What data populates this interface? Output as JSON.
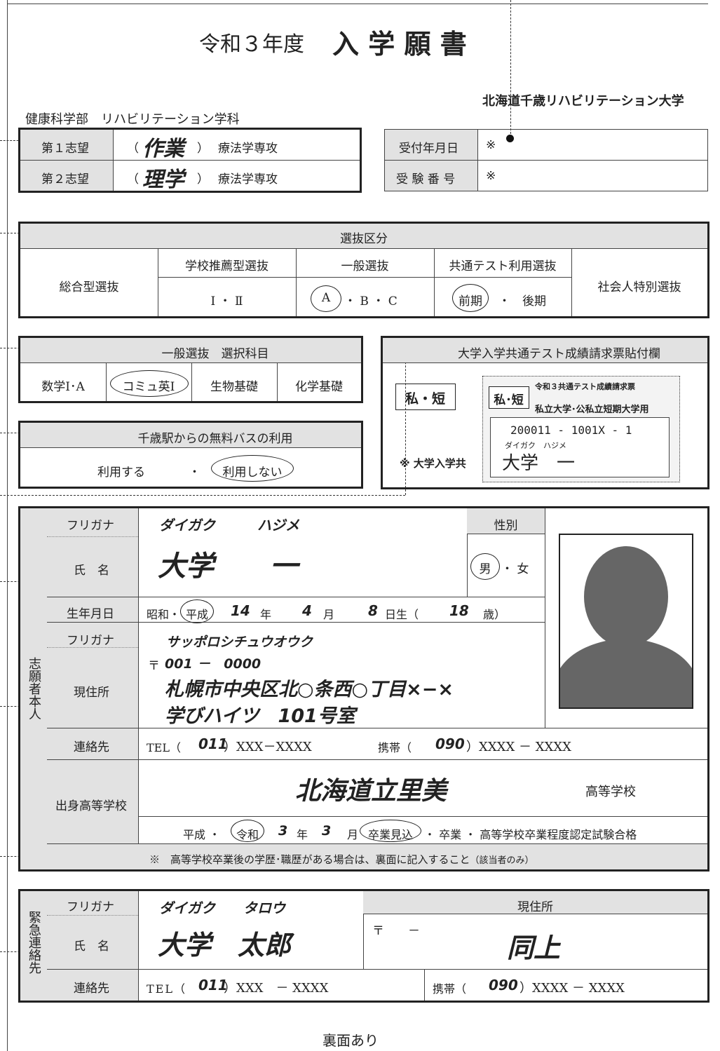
{
  "title": {
    "year": "令和３年度",
    "main": "入 学 願 書"
  },
  "university": "北海道千歳リハビリテーション大学",
  "department": "健康科学部　リハビリテーション学科",
  "choices": [
    {
      "label": "第１志望",
      "open": "（",
      "value": "作業",
      "close": "）",
      "suffix": "療法学専攻"
    },
    {
      "label": "第２志望",
      "open": "（",
      "value": "理学",
      "close": "）",
      "suffix": "療法学専攻"
    }
  ],
  "office": {
    "received_label": "受付年月日",
    "received_mark": "※",
    "exam_label": "受 験 番 号",
    "exam_mark": "※"
  },
  "selection": {
    "header": "選抜区分",
    "sogo": "総合型選抜",
    "school": "学校推薦型選抜",
    "school_opt": "Ⅰ ・ Ⅱ",
    "general": "一般選抜",
    "gen_a": "A",
    "gen_rest": "・ B ・ C",
    "common": "共通テスト利用選抜",
    "common_early": "前期",
    "common_rest": "・　後期",
    "adult": "社会人特別選抜"
  },
  "subjects": {
    "header": "一般選抜　選択科目",
    "items": [
      "数学Ⅰ･A",
      "コミュ英Ⅰ",
      "生物基礎",
      "化学基礎"
    ]
  },
  "bus": {
    "header": "千歳駅からの無料バスの利用",
    "use": "利用する",
    "sep": "・",
    "not_use": "利用しない"
  },
  "sticker": {
    "header": "大学入学共通テスト成績請求票貼付欄",
    "tag": "私・短",
    "note": "※ 大学入学共",
    "ticket_tag": "私･短",
    "ticket_title1": "令和３共通テスト成績請求票",
    "ticket_title2": "私立大学･公私立短期大学用",
    "ticket_number": "200011 - 1001X - 1",
    "ticket_kana": "ダイガク　ハジメ",
    "ticket_name": "大学　一"
  },
  "applicant": {
    "side": "志願者本人",
    "furigana_label": "フリガナ",
    "furigana": "ダイガク　　　ハジメ",
    "name_label": "氏　名",
    "name": "大学　　一",
    "gender_label": "性別",
    "gender_male": "男",
    "gender_rest": "・ 女",
    "birth_label": "生年月日",
    "era_showa": "昭和・",
    "era_heisei": "平成",
    "birth_year": "14",
    "nen": "年",
    "birth_month": "4",
    "tsuki": "月",
    "birth_day": "8",
    "birth_day_suffix": "日生（",
    "age": "18",
    "age_suffix": "歳）",
    "addr_kana_label": "フリガナ",
    "addr_kana": "サッポロシチュウオウク",
    "zip_mark": "〒",
    "zip": "001 －　0000",
    "addr_label": "現住所",
    "addr1": "札幌市中央区北○条西○丁目×−×",
    "addr2": "学びハイツ　101号室",
    "contact_label": "連絡先",
    "tel_label": "TEL（",
    "tel_area": "011",
    "tel_rest": "）XXX－XXXX",
    "mobile_label": "携帯（",
    "mobile_area": "090",
    "mobile_rest": "）XXXX － XXXX",
    "school_label": "出身高等学校",
    "school_name": "北海道立里美",
    "school_suffix": "高等学校",
    "grad_heisei": "平成 ・",
    "grad_reiwa": "令和",
    "grad_year": "3",
    "grad_nen": "年",
    "grad_month": "3",
    "grad_tsuki": "月",
    "grad_status": "卒業見込",
    "grad_rest": "・ 卒業 ・ 高等学校卒業程度認定試験合格",
    "note": "※　高等学校卒業後の学歴･職歴がある場合は、裏面に記入すること",
    "note_small": "（該当者のみ）"
  },
  "emergency": {
    "side": "緊急連絡先",
    "furigana_label": "フリガナ",
    "furigana": "ダイガク　　タロウ",
    "name_label": "氏　名",
    "name": "大学　太郎",
    "addr_label": "現住所",
    "zip": "〒　　－",
    "addr": "同上",
    "contact_label": "連絡先",
    "tel_label": "TEL（",
    "tel_area": "011",
    "tel_rest": "）XXX　－ XXXX",
    "mobile_label": "携帯（",
    "mobile_area": "090",
    "mobile_rest": "）XXXX － XXXX"
  },
  "footer": "裏面あり"
}
